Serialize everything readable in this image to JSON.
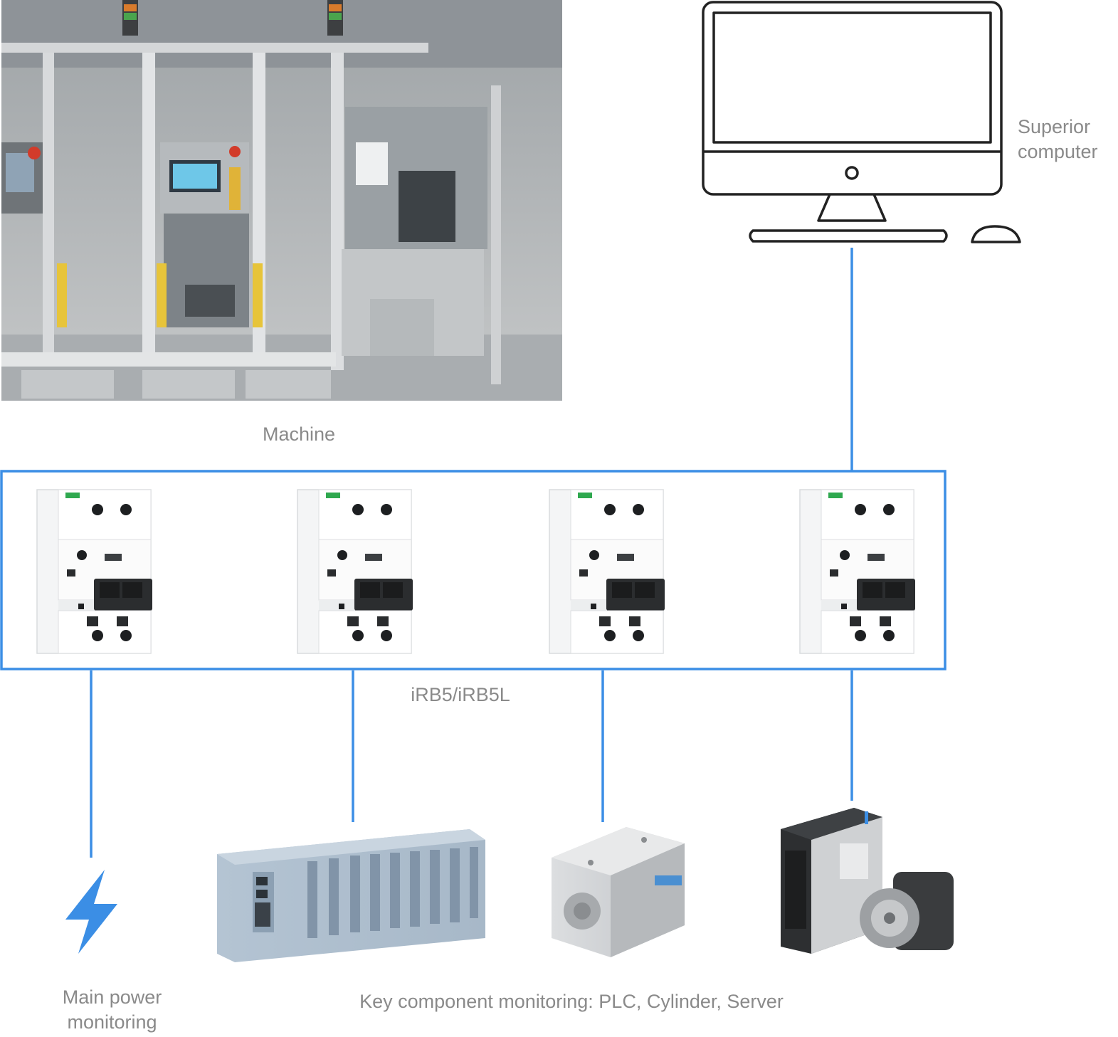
{
  "labels": {
    "machine": "Machine",
    "superior_computer": "Superior\ncomputer",
    "breakers": "iRB5/iRB5L",
    "main_power": "Main power\nmonitoring",
    "key_components": "Key component monitoring: PLC, Cylinder, Server"
  },
  "breaker_count": 4,
  "colors": {
    "connector": "#3b8ee5",
    "frame": "#3b8ee5",
    "lightning": "#3b8ee5",
    "label_text": "#8a8a8a",
    "monitor_outline": "#222222"
  },
  "icons": {
    "computer": "desktop-computer-icon",
    "power": "lightning-bolt-icon"
  }
}
